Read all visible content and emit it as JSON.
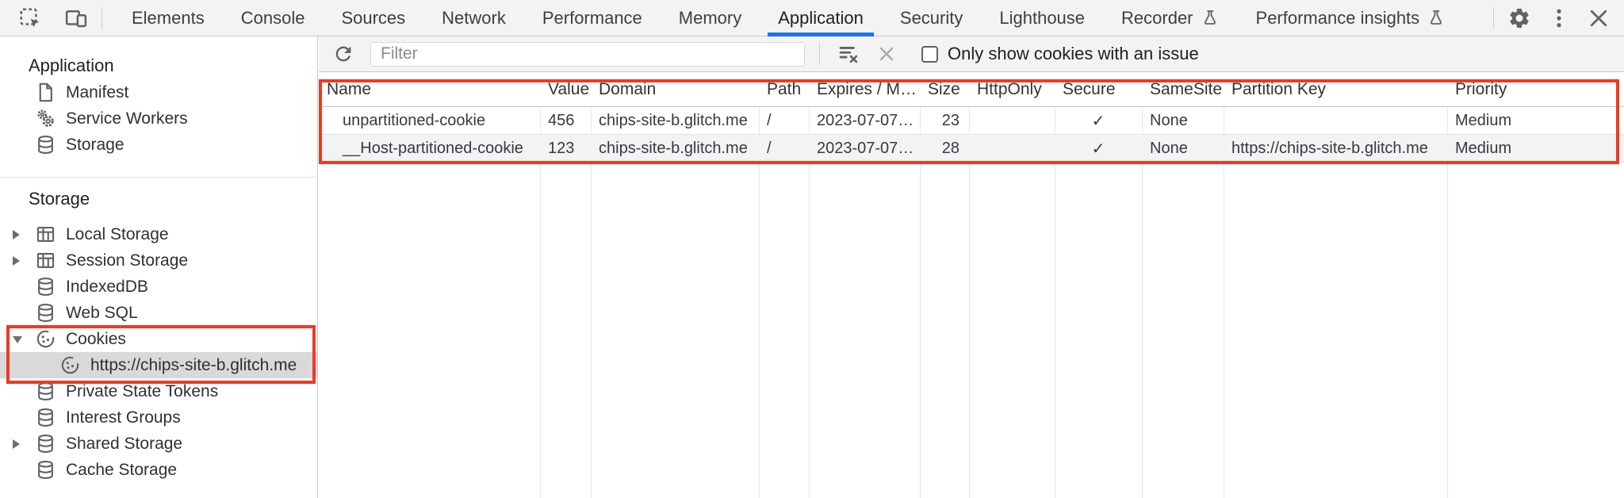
{
  "colors": {
    "accent_blue": "#1a73e8",
    "annotation_red": "#ee3a23",
    "icon_gray": "#5f6368"
  },
  "tabbar": {
    "left_icons": [
      {
        "name": "inspect-icon"
      },
      {
        "name": "device-toolbar-icon"
      }
    ],
    "tabs": [
      {
        "label": "Elements"
      },
      {
        "label": "Console"
      },
      {
        "label": "Sources"
      },
      {
        "label": "Network"
      },
      {
        "label": "Performance"
      },
      {
        "label": "Memory"
      },
      {
        "label": "Application",
        "selected": true
      },
      {
        "label": "Security"
      },
      {
        "label": "Lighthouse"
      },
      {
        "label": "Recorder",
        "experimental": true
      },
      {
        "label": "Performance insights",
        "experimental": true
      }
    ],
    "right_icons": [
      {
        "name": "settings-gear-icon"
      },
      {
        "name": "more-menu-icon"
      },
      {
        "name": "close-icon"
      }
    ]
  },
  "toolbar": {
    "filter_placeholder": "Filter",
    "filter_value": "",
    "checkbox_label": "Only show cookies with an issue",
    "checkbox_checked": false
  },
  "sidebar": {
    "sections": [
      {
        "title": "Application",
        "items": [
          {
            "label": "Manifest",
            "icon": "manifest-file-icon"
          },
          {
            "label": "Service Workers",
            "icon": "service-worker-icon"
          },
          {
            "label": "Storage",
            "icon": "database-icon"
          }
        ]
      },
      {
        "title": "Storage",
        "items": [
          {
            "label": "Local Storage",
            "icon": "table-icon",
            "arrow": "collapsed"
          },
          {
            "label": "Session Storage",
            "icon": "table-icon",
            "arrow": "collapsed"
          },
          {
            "label": "IndexedDB",
            "icon": "database-icon"
          },
          {
            "label": "Web SQL",
            "icon": "database-icon"
          },
          {
            "label": "Cookies",
            "icon": "cookie-icon",
            "arrow": "expanded",
            "annotated": true
          },
          {
            "label": "https://chips-site-b.glitch.me",
            "icon": "cookie-icon",
            "level": 2,
            "selected": true
          },
          {
            "label": "Private State Tokens",
            "icon": "database-icon"
          },
          {
            "label": "Interest Groups",
            "icon": "database-icon"
          },
          {
            "label": "Shared Storage",
            "icon": "database-icon",
            "arrow": "collapsed"
          },
          {
            "label": "Cache Storage",
            "icon": "database-icon"
          }
        ]
      }
    ]
  },
  "cookie_table": {
    "columns": [
      "Name",
      "Value",
      "Domain",
      "Path",
      "Expires / M…",
      "Size",
      "HttpOnly",
      "Secure",
      "SameSite",
      "Partition Key",
      "Priority"
    ],
    "rows": [
      {
        "name": "unpartitioned-cookie",
        "value": "456",
        "domain": "chips-site-b.glitch.me",
        "path": "/",
        "expires": "2023-07-07…",
        "size": "23",
        "http_only": "",
        "secure": "✓",
        "same_site": "None",
        "partition_key": "",
        "priority": "Medium"
      },
      {
        "name": "__Host-partitioned-cookie",
        "value": "123",
        "domain": "chips-site-b.glitch.me",
        "path": "/",
        "expires": "2023-07-07…",
        "size": "28",
        "http_only": "",
        "secure": "✓",
        "same_site": "None",
        "partition_key": "https://chips-site-b.glitch.me",
        "priority": "Medium"
      }
    ]
  }
}
